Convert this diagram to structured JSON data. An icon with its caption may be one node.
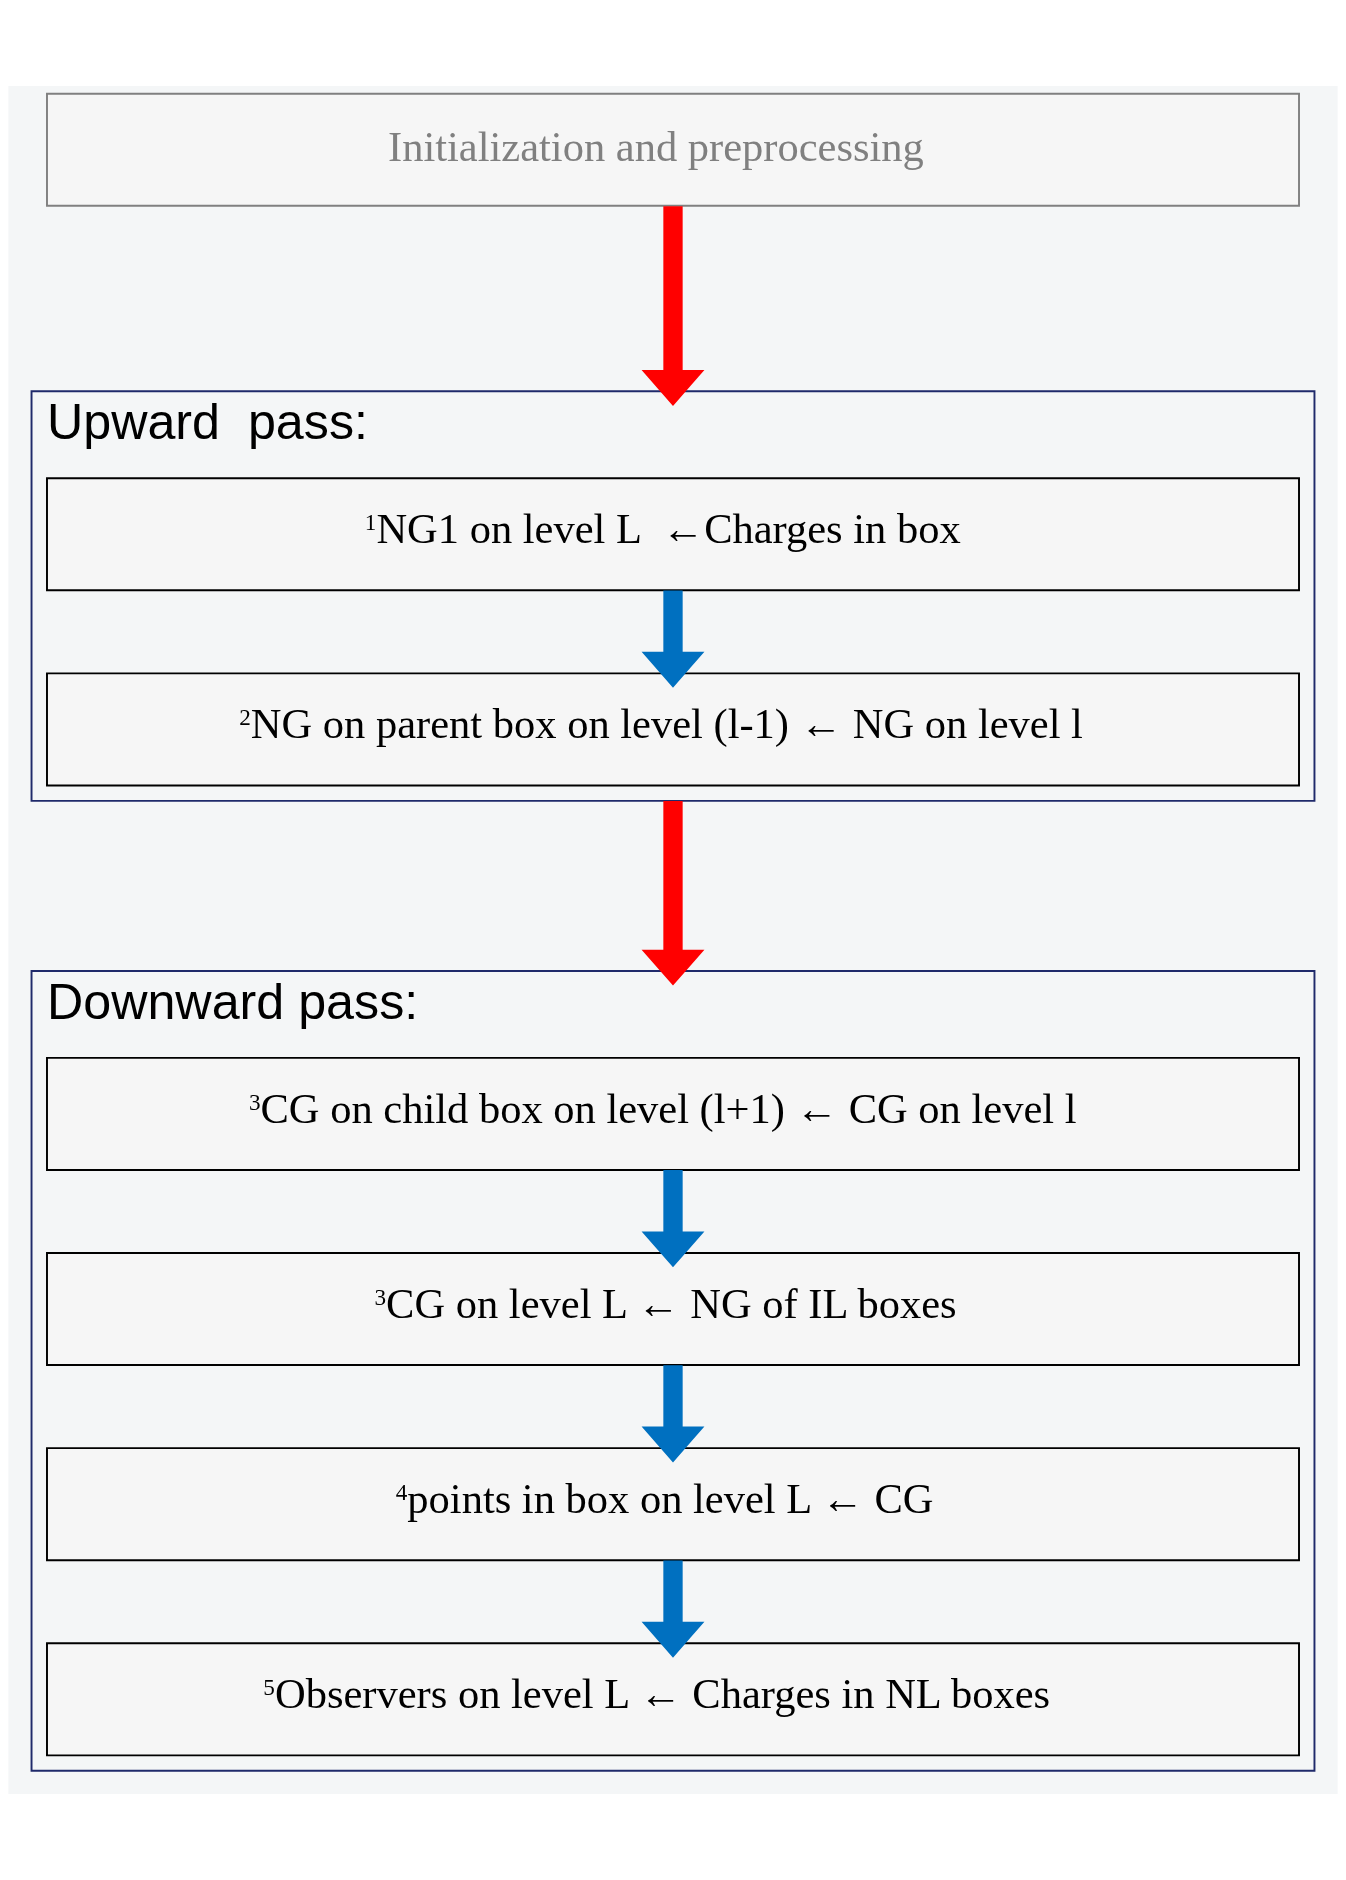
{
  "diagram": {
    "nodes": [
      {
        "text": [
          "Initialization and preprocessing"
        ]
      },
      {
        "text": [
          "Upward  pass:"
        ]
      },
      {
        "text": [
          "$^{1}$NG1 on level L  ←Charges in box"
        ],
        "in": 1
      },
      {
        "text": [
          "$^{2}$NG on parent box on level (l-1) ← NG on level l"
        ],
        "in": 1
      },
      {
        "text": [
          "Downward pass:"
        ]
      },
      {
        "text": [
          "$^{3}$CG on child box on level (l+1) ← CG on level l"
        ],
        "in": 4
      },
      {
        "text": [
          "$^{3}$CG on level L ← NG of IL boxes"
        ],
        "in": 4
      },
      {
        "text": [
          "$^{4}$points in box on level L ← CG"
        ],
        "in": 4
      },
      {
        "text": [
          "$^{5}$Observers on level L ← Charges in NL boxes"
        ],
        "in": 4
      }
    ],
    "edges": [
      {
        "from": 0,
        "to": 1,
        "arrow": "to",
        "color": "#ff0000"
      },
      {
        "from": 2,
        "to": 3,
        "arrow": "to"
      },
      {
        "from": 1,
        "to": 4,
        "arrow": "to",
        "color": "#ff0000"
      },
      {
        "from": 5,
        "to": 6,
        "arrow": "to"
      },
      {
        "from": 6,
        "to": 7,
        "arrow": "to"
      },
      {
        "from": 7,
        "to": 8,
        "arrow": "to"
      }
    ]
  }
}
